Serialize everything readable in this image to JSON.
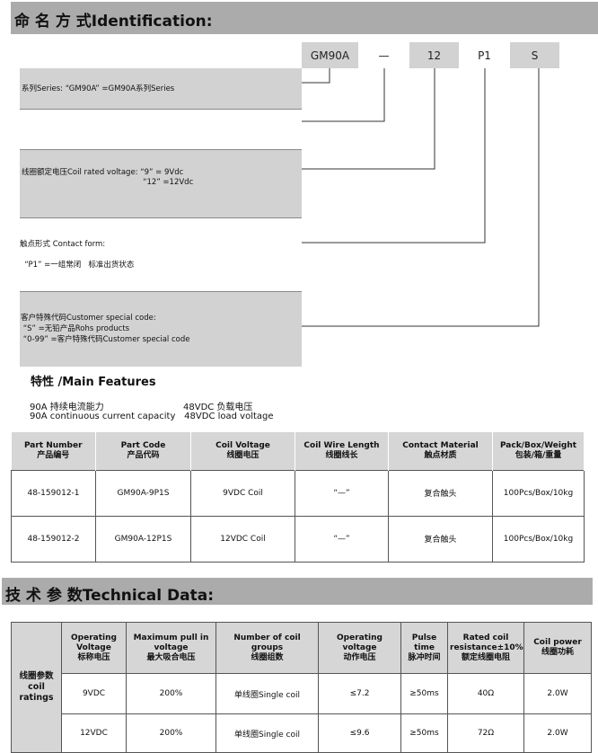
{
  "identification": {
    "title": "命 名 方 式Identification:",
    "code_parts": [
      "GM90A",
      "—",
      "12",
      "P1",
      "S"
    ],
    "rows": [
      {
        "lines": [
          "系列Series:  “GM90A” =GM90A系列Series"
        ]
      },
      {
        "lines": [
          "线圈额定电压Coil rated voltage:  “9”   = 9Vdc",
          "                                                  “12” =12Vdc"
        ]
      },
      {
        "lines": [
          "触点形式 Contact form:",
          "",
          "  “P1” =一组常闭   标准出货状态"
        ]
      },
      {
        "lines": [
          "客户特殊代码Customer special code:",
          " “S” =无铅产品Rohs products",
          " “0-99” =客户特殊代码Customer special code"
        ]
      }
    ]
  },
  "main_features": {
    "title": "特性 /Main Features",
    "col1": [
      "90A 持续电流能力",
      "90A continuous current capacity"
    ],
    "col2": [
      "48VDC 负载电压",
      " 48VDC load voltage"
    ]
  },
  "part_table": {
    "headers": [
      [
        "Part Number",
        "产品编号"
      ],
      [
        "Part Code",
        "产品代码"
      ],
      [
        "Coil Voltage",
        "线圈电压"
      ],
      [
        "Coil Wire Length",
        "线圈线长"
      ],
      [
        "Contact Material",
        "触点材质"
      ],
      [
        "Pack/Box/Weight",
        "包装/箱/重量"
      ]
    ],
    "rows": [
      [
        "48-159012-1",
        "GM90A-9P1S",
        "9VDC Coil",
        "“—”",
        "复合触头",
        "100Pcs/Box/10kg"
      ],
      [
        "48-159012-2",
        "GM90A-12P1S",
        "12VDC Coil",
        "“—”",
        "复合触头",
        "100Pcs/Box/10kg"
      ]
    ]
  },
  "technical": {
    "title": "技 术 参 数Technical Data:",
    "row_header": [
      "线圈参数",
      "coil ratings"
    ],
    "headers": [
      [
        "Operating",
        "Voltage",
        "标称电压"
      ],
      [
        "Maximum pull in",
        "voltage",
        "最大吸合电压"
      ],
      [
        "Number of coil groups",
        "线圈组数"
      ],
      [
        "Operating voltage",
        "动作电压"
      ],
      [
        "Pulse time",
        "脉冲时间"
      ],
      [
        "Rated coil",
        "resistance±10%",
        "额定线圈电阻"
      ],
      [
        "Coil power",
        "线圈功耗"
      ]
    ],
    "rows": [
      [
        "9VDC",
        "200%",
        "单线圈Single coil",
        "≤7.2",
        "≥50ms",
        "40Ω",
        "2.0W"
      ],
      [
        "12VDC",
        "200%",
        "单线圈Single coil",
        "≤9.6",
        "≥50ms",
        "72Ω",
        "2.0W"
      ]
    ]
  }
}
